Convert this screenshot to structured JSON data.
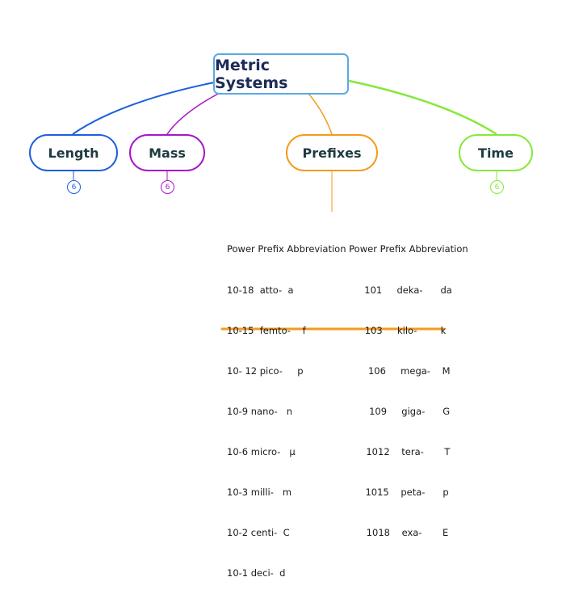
{
  "root": {
    "label": "Metric Systems",
    "color": "#5aa9e6"
  },
  "topics": [
    {
      "key": "length",
      "label": "Length",
      "color": "#1c5fdc",
      "badge": "6"
    },
    {
      "key": "mass",
      "label": "Mass",
      "color": "#a616c9",
      "badge": "6"
    },
    {
      "key": "prefixes",
      "label": "Prefixes",
      "color": "#f39b1c"
    },
    {
      "key": "time",
      "label": "Time",
      "color": "#86e83a",
      "badge": "6"
    }
  ],
  "prefix_note": {
    "lines": [
      "Power Prefix Abbreviation Power Prefix Abbreviation",
      "10-18  atto-  a                        101     deka-      da",
      "10-15  femto-    f                    103     kilo-        k",
      "10- 12 pico-     p                      106     mega-    M",
      "10-9 nano-   n                          109     giga-      G",
      "10-6 micro-   μ                        1012    tera-       T",
      "10-3 milli-   m                         1015    peta-      p",
      "10-2 centi-  C                          1018    exa-       E",
      "10-1 deci-  d"
    ]
  }
}
